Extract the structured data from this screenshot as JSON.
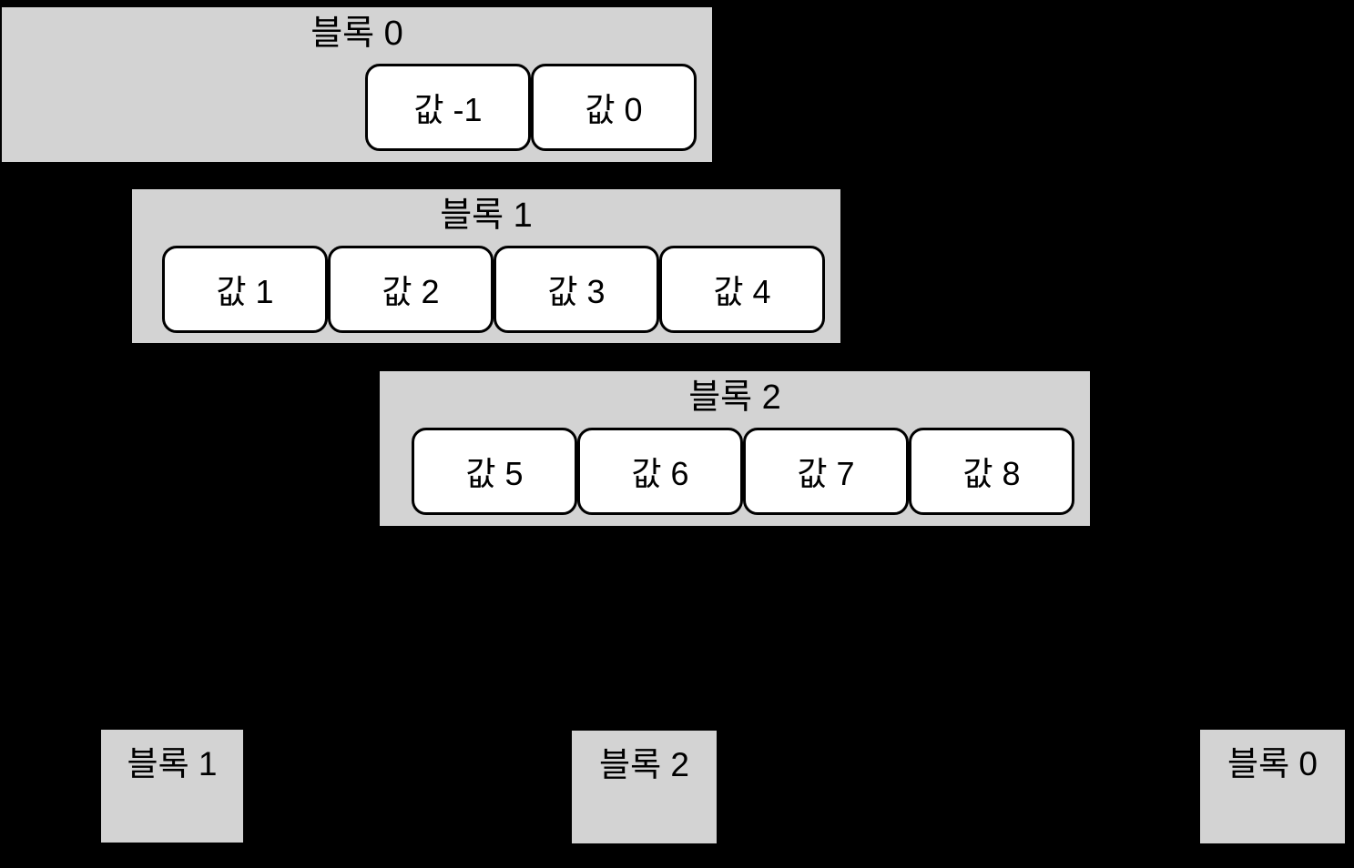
{
  "colors": {
    "background": "#000000",
    "block_fill": "#d3d3d3",
    "slot_fill": "#ffffff",
    "slot_border": "#000000",
    "text": "#000000"
  },
  "deque_blocks": [
    {
      "label": "블록 0",
      "slots": [
        "값 -1",
        "값 0"
      ]
    },
    {
      "label": "블록 1",
      "slots": [
        "값 1",
        "값 2",
        "값 3",
        "값 4"
      ]
    },
    {
      "label": "블록 2",
      "slots": [
        "값 5",
        "값 6",
        "값 7",
        "값 8"
      ]
    }
  ],
  "map_cells": [
    {
      "label": "블록 1"
    },
    {
      "label": "블록 2"
    },
    {
      "label": "블록 0"
    }
  ]
}
